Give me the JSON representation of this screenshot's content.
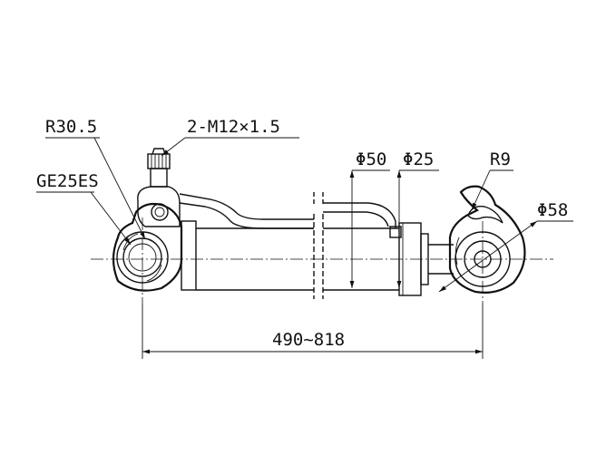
{
  "labels": {
    "r30_5": "R30.5",
    "thread": "2-M12×1.5",
    "ge25es": "GE25ES",
    "d50": "Φ50",
    "d25": "Φ25",
    "r9": "R9",
    "d58": "Φ58",
    "length": "490~818"
  }
}
